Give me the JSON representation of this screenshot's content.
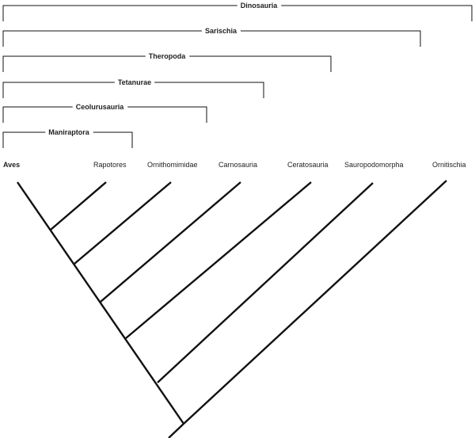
{
  "clades": [
    {
      "id": "dinosauria",
      "label": "Dinosauria"
    },
    {
      "id": "sarischia",
      "label": "Sarischia"
    },
    {
      "id": "theropoda",
      "label": "Theropoda"
    },
    {
      "id": "tetanurae",
      "label": "Tetanurae"
    },
    {
      "id": "ceolurusauria",
      "label": "Ceolurusauria"
    },
    {
      "id": "maniraptora",
      "label": "Maniraptora"
    }
  ],
  "taxa": [
    {
      "id": "aves",
      "label": "Aves"
    },
    {
      "id": "rapotores",
      "label": "Rapotores"
    },
    {
      "id": "ornithomimidae",
      "label": "Ornithomimidae"
    },
    {
      "id": "carnosauria",
      "label": "Carnosauria"
    },
    {
      "id": "ceratosauria",
      "label": "Ceratosauria"
    },
    {
      "id": "sauropodomorpha",
      "label": "Sauropodomorpha"
    },
    {
      "id": "ornitischia",
      "label": "Ornitischia"
    }
  ]
}
